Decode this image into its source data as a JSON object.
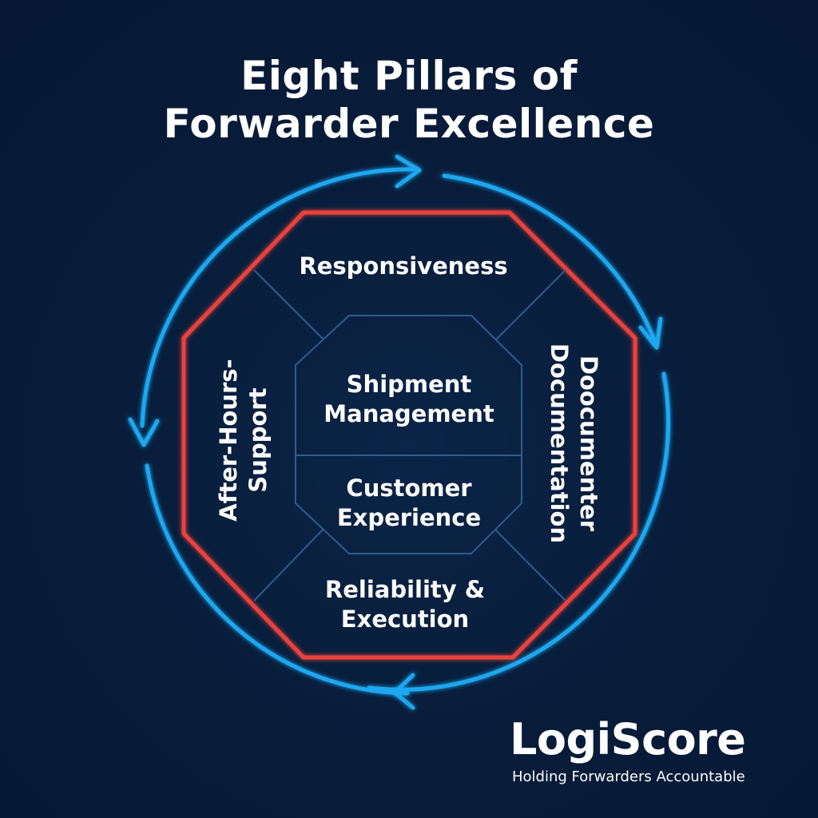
{
  "title": {
    "line1": "Eight Pillars of",
    "line2": "Forwarder Excellence"
  },
  "pillars": {
    "top": "Responsiveness",
    "bottom_line1": "Reliability &",
    "bottom_line2": "Execution",
    "left_line1": "After-Hours-",
    "left_line2": "Support",
    "right_line1": "Doocumenter",
    "right_line2": "Documentation",
    "center_upper_line1": "Shipment",
    "center_upper_line2": "Management",
    "center_lower_line1": "Customer",
    "center_lower_line2": "Experience"
  },
  "brand": {
    "name": "LogiScore",
    "tagline": "Holding Forwarders Accountable"
  },
  "colors": {
    "background": "#081d3b",
    "cycle_arrows": "#1fa8f0",
    "outer_octagon": "#e8423b",
    "inner_lines": "#2e5d8c"
  }
}
